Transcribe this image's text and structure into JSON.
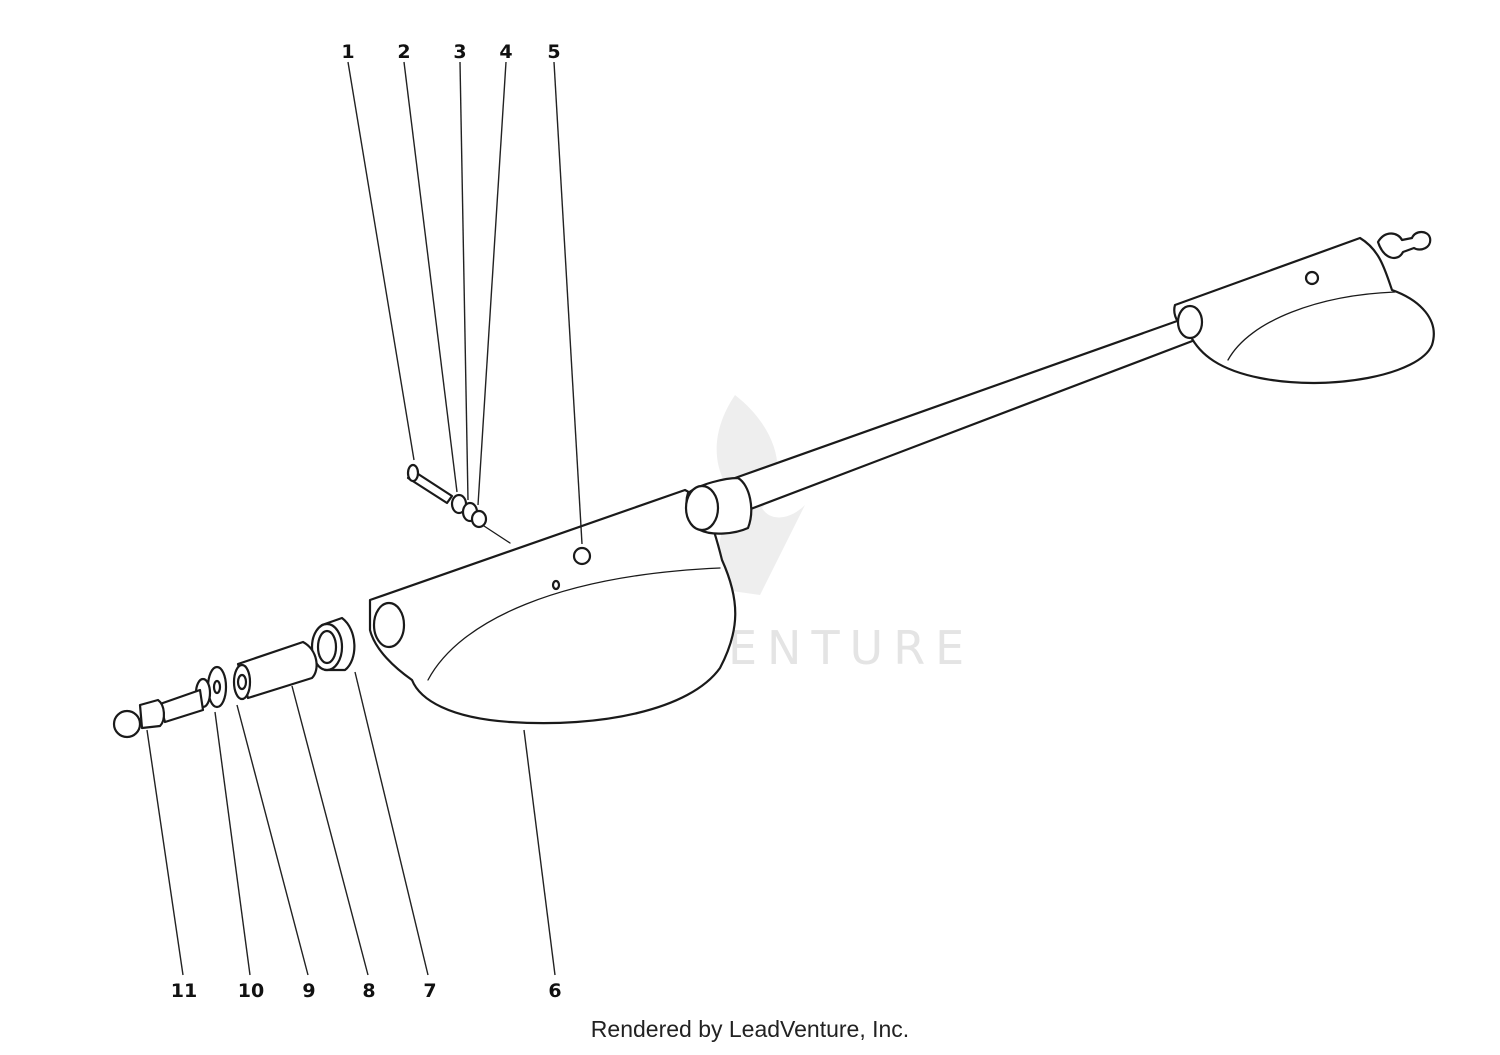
{
  "callouts": [
    {
      "num": "1"
    },
    {
      "num": "2"
    },
    {
      "num": "3"
    },
    {
      "num": "4"
    },
    {
      "num": "5"
    },
    {
      "num": "6"
    },
    {
      "num": "7"
    },
    {
      "num": "8"
    },
    {
      "num": "9"
    },
    {
      "num": "10"
    },
    {
      "num": "11"
    }
  ],
  "watermark": {
    "text": "LEADVENTURE"
  },
  "footer": {
    "text": "Rendered by LeadVenture, Inc."
  }
}
